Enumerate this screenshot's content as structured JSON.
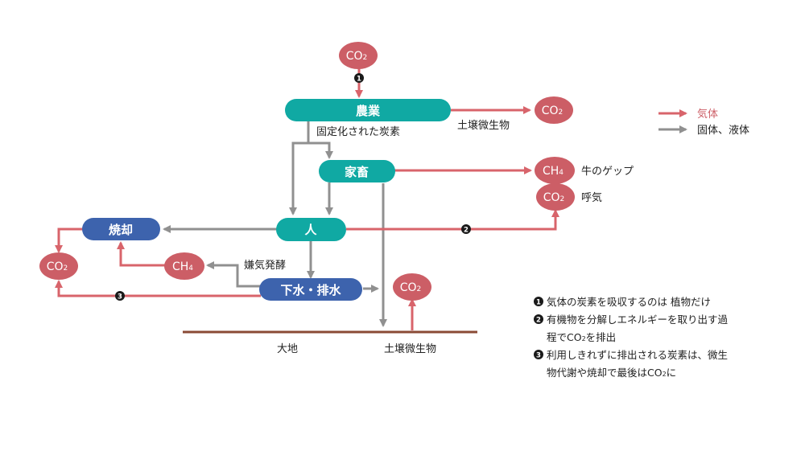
{
  "colors": {
    "gas": "#cc5e66",
    "gas_arrow": "#d8646b",
    "solid_arrow": "#909090",
    "teal": "#10a9a3",
    "blue": "#3d63ad",
    "ground": "#8a4a35",
    "badge": "#1a1a1a"
  },
  "nodes": {
    "agriculture": "農業",
    "livestock": "家畜",
    "human": "人",
    "incineration": "焼却",
    "sewage": "下水・排水"
  },
  "gases": {
    "co2": "CO",
    "co2_sub": "2",
    "ch4": "CH",
    "ch4_sub": "4"
  },
  "labels": {
    "soil_microbes_top": "土壌微生物",
    "fixed_carbon": "固定化された炭素",
    "cow_burp": "牛のゲップ",
    "respiration": "呼気",
    "methane_fermentation": "嫌気発酵",
    "earth": "大地",
    "soil_microbes_bottom": "土壌微生物"
  },
  "badges": [
    "1",
    "2",
    "3"
  ],
  "legend": {
    "gas": "気体",
    "solid": "固体、液体"
  },
  "notes": {
    "n1": "気体の炭素を吸収するのは 植物だけ",
    "n2_line1": "有機物を分解しエネルギーを取り出す過",
    "n2_line2_pre": "程でCO",
    "n2_line2_sub": "2",
    "n2_line2_post": "を排出",
    "n3_line1": "利用しきれずに排出される炭素は、微生",
    "n3_line2_pre": "物代謝や焼却で最後はCO",
    "n3_line2_sub": "2",
    "n3_line2_post": "に"
  }
}
